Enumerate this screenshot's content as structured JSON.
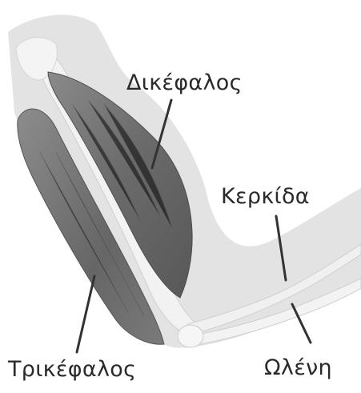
{
  "labels": {
    "biceps": "Δικέφαλος",
    "radius": "Κερκίδα",
    "triceps": "Τρικέφαλος",
    "ulna": "Ωλένη"
  },
  "colors": {
    "silhouette": "#e3e3e3",
    "muscle_dark": "#5f5f5f",
    "muscle_mid": "#7a7a7a",
    "bone": "#f2f2f2",
    "leader_line": "#333333",
    "text": "#2a2a2a"
  }
}
